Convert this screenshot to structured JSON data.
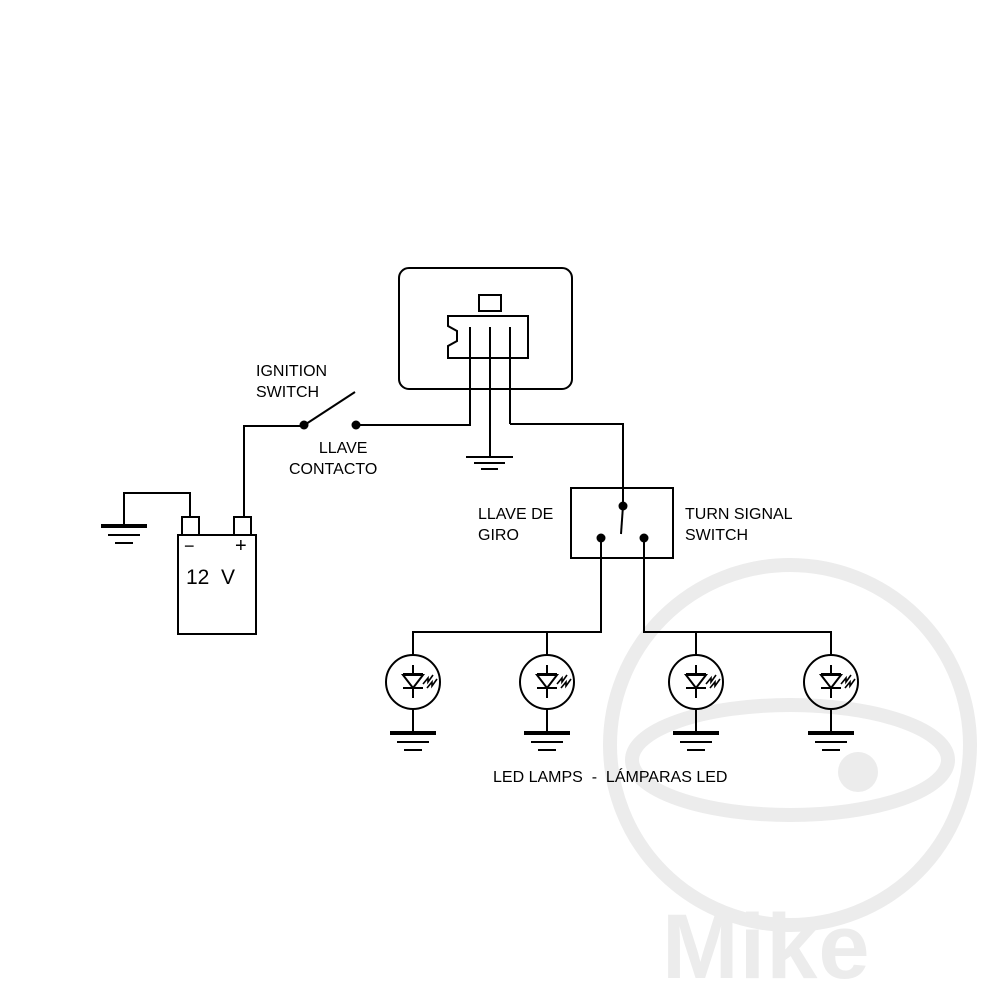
{
  "labels": {
    "ignition_switch_en": [
      "IGNITION",
      "SWITCH"
    ],
    "ignition_switch_es": [
      "LLAVE",
      "CONTACTO"
    ],
    "turn_switch_es": [
      "LLAVE DE",
      "GIRO"
    ],
    "turn_switch_en": [
      "TURN SIGNAL",
      "SWITCH"
    ],
    "lamps": "LED LAMPS  -  LÁMPARAS LED"
  },
  "battery": {
    "voltage": "12  V",
    "minus": "−",
    "plus": "+"
  },
  "watermark": {
    "brand": "Mike"
  },
  "colors": {
    "line": "#000000",
    "watermark": "#ececec"
  }
}
